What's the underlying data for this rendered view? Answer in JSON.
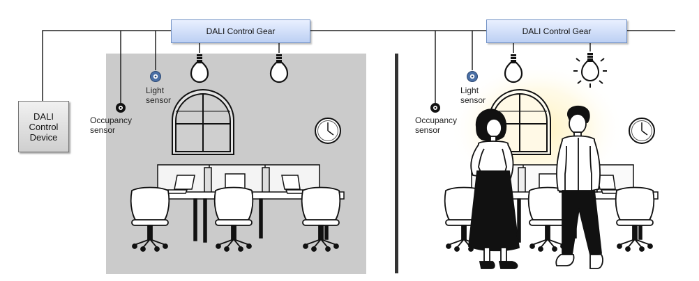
{
  "control_gear_left": {
    "label": "DALI Control Gear"
  },
  "control_gear_right": {
    "label": "DALI Control Gear"
  },
  "control_device": {
    "label": "DALI\nControl\nDevice"
  },
  "left_room": {
    "occupancy_sensor_label": "Occupancy\nsensor",
    "light_sensor_label": "Light\nsensor",
    "lamps": [
      "off",
      "off"
    ],
    "state": "unoccupied"
  },
  "right_room": {
    "occupancy_sensor_label": "Occupancy\nsensor",
    "light_sensor_label": "Light\nsensor",
    "lamps": [
      "off",
      "on"
    ],
    "state": "occupied"
  },
  "colors": {
    "bus_line": "#222222",
    "room_off": "#cbcbcb",
    "glow": "#fff4c2",
    "gear_fill": "#c9d9f6",
    "gear_border": "#6f8fc4",
    "light_sensor": "#4a6fa5"
  },
  "icons": [
    "bulb-off-icon",
    "bulb-on-icon",
    "occupancy-sensor-icon",
    "light-sensor-icon",
    "wall-clock-icon",
    "window-icon",
    "laptop-icon",
    "office-chair-icon",
    "person-woman-icon",
    "person-man-icon"
  ]
}
